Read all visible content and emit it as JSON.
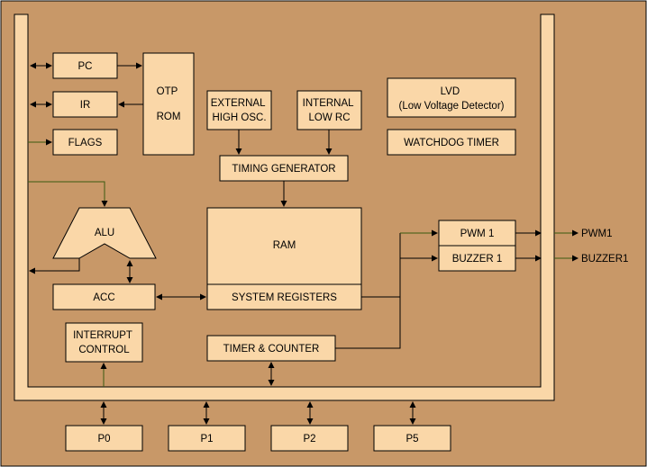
{
  "colors": {
    "background": "#c89868",
    "box_fill": "#fad7a8",
    "line": "#000000",
    "data_line": "#3a5a10"
  },
  "blocks": {
    "pc": "PC",
    "ir": "IR",
    "flags": "FLAGS",
    "otp_rom": [
      "OTP",
      "ROM"
    ],
    "external_osc": [
      "EXTERNAL",
      "HIGH OSC."
    ],
    "internal_rc": [
      "INTERNAL",
      "LOW RC"
    ],
    "lvd": [
      "LVD",
      "(Low Voltage Detector)"
    ],
    "watchdog": "WATCHDOG TIMER",
    "timing_generator": "TIMING GENERATOR",
    "alu": "ALU",
    "ram": "RAM",
    "pwm1": "PWM 1",
    "buzzer1": "BUZZER 1",
    "acc": "ACC",
    "system_registers": "SYSTEM REGISTERS",
    "interrupt_control": [
      "INTERRUPT",
      "CONTROL"
    ],
    "timer_counter": "TIMER & COUNTER"
  },
  "outputs": {
    "pwm1": "PWM1",
    "buzzer1": "BUZZER1"
  },
  "ports": [
    "P0",
    "P1",
    "P2",
    "P5"
  ]
}
